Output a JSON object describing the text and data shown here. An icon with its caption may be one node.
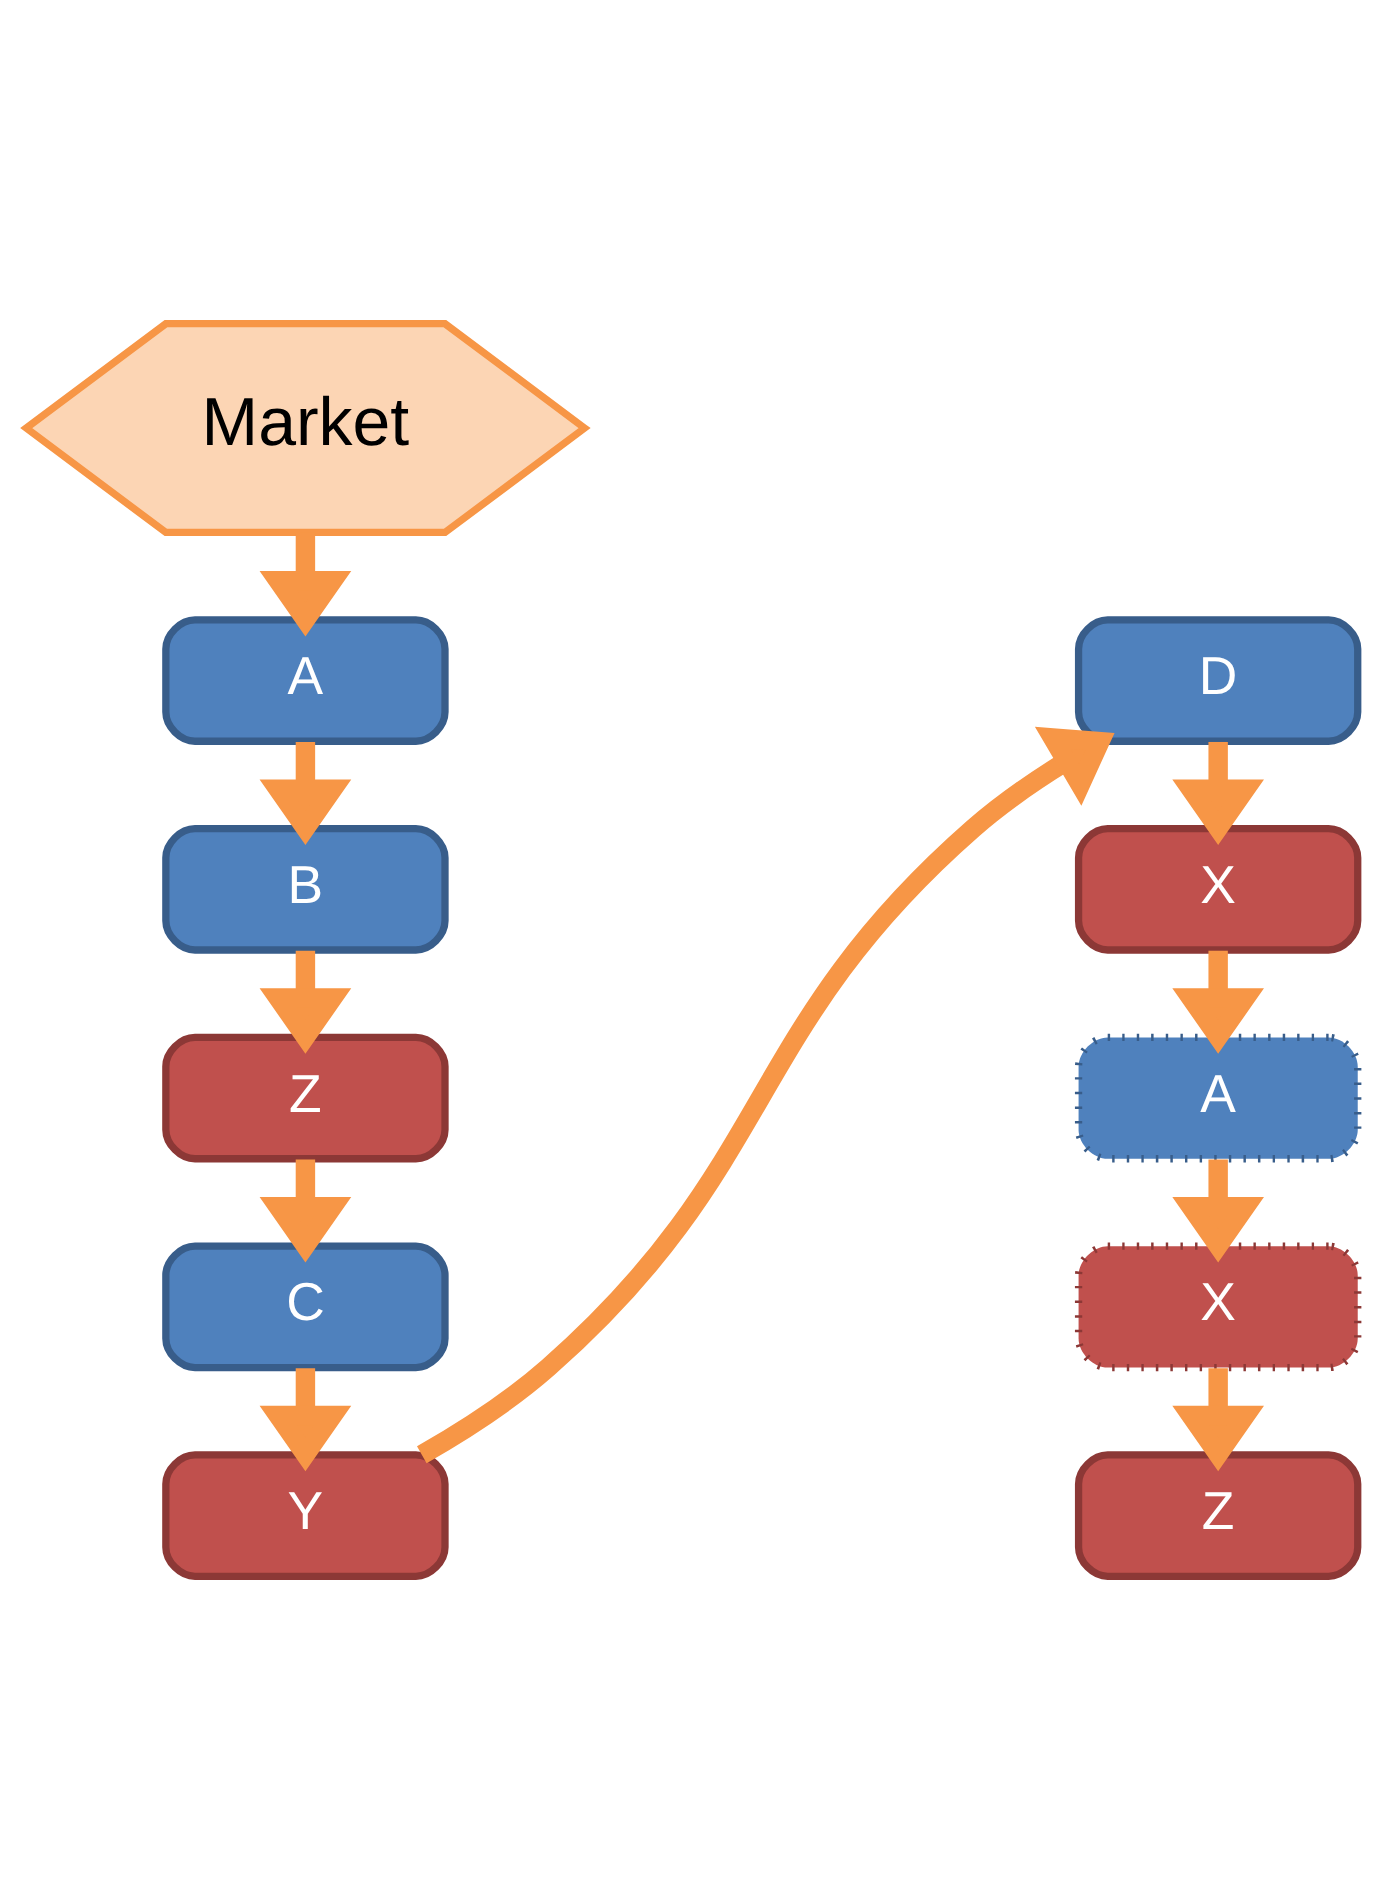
{
  "diagram": {
    "nodes": [
      {
        "text": [
          "Market"
        ]
      },
      {
        "text": [
          "A"
        ]
      },
      {
        "text": [
          "B"
        ]
      },
      {
        "text": [
          "Z"
        ]
      },
      {
        "text": [
          "C"
        ]
      },
      {
        "text": [
          "Y"
        ]
      },
      {
        "text": [
          "D"
        ]
      },
      {
        "text": [
          "X"
        ]
      },
      {
        "text": [
          "A"
        ]
      },
      {
        "text": [
          "X"
        ]
      },
      {
        "text": [
          "Z"
        ]
      }
    ],
    "edges": [
      {
        "from": 0,
        "to": 1,
        "arrow": "to"
      },
      {
        "from": 1,
        "to": 2,
        "arrow": "to"
      },
      {
        "from": 2,
        "to": 3,
        "arrow": "to"
      },
      {
        "from": 3,
        "to": 4,
        "arrow": "to"
      },
      {
        "from": 4,
        "to": 5,
        "arrow": "to"
      },
      {
        "from": 5,
        "to": 6,
        "arrow": "to"
      },
      {
        "from": 6,
        "to": 7,
        "arrow": "to"
      },
      {
        "from": 7,
        "to": 8,
        "arrow": "to"
      },
      {
        "from": 8,
        "to": 9,
        "arrow": "to"
      },
      {
        "from": 9,
        "to": 10,
        "arrow": "to"
      }
    ]
  }
}
